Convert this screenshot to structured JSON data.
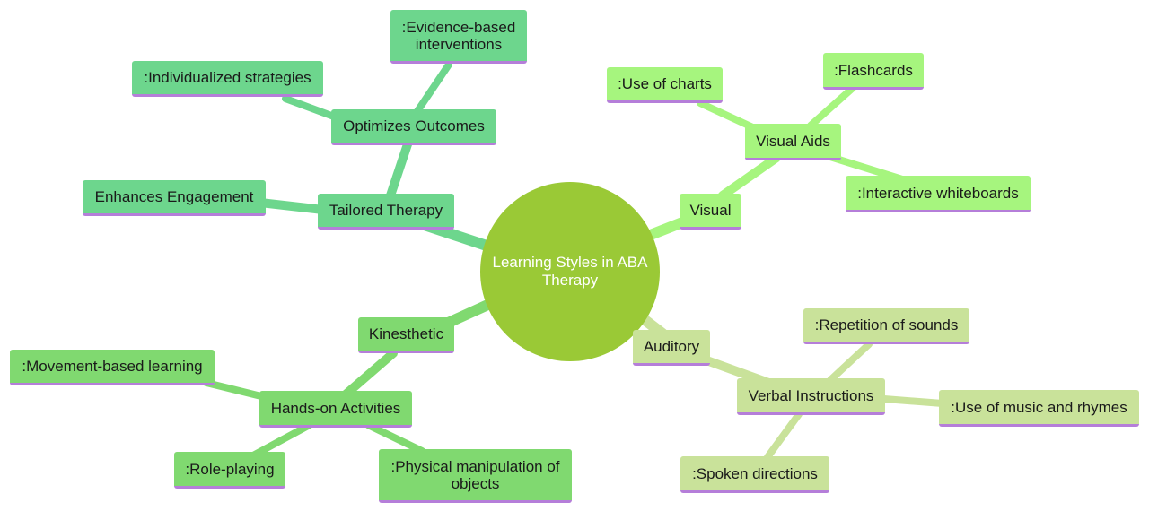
{
  "colors": {
    "root": "#9ac936",
    "tailored_branch": "#6dd68d",
    "kinesthetic_branch": "#80d970",
    "visual_branch": "#a6f57e",
    "auditory_branch": "#c9e29a",
    "underline": "#b57ed9"
  },
  "root": {
    "label": "Learning Styles in ABA Therapy"
  },
  "branches": {
    "tailored": {
      "label": "Tailored Therapy",
      "enhances": "Enhances Engagement",
      "optimizes": "Optimizes Outcomes",
      "individualized": ":Individualized strategies",
      "evidence": ":Evidence-based interventions"
    },
    "visual": {
      "label": "Visual",
      "aids": "Visual Aids",
      "charts": ":Use of charts",
      "flashcards": ":Flashcards",
      "whiteboards": ":Interactive whiteboards"
    },
    "kinesthetic": {
      "label": "Kinesthetic",
      "handson": "Hands-on Activities",
      "movement": ":Movement-based learning",
      "roleplaying": ":Role-playing",
      "physical": ":Physical manipulation of objects"
    },
    "auditory": {
      "label": "Auditory",
      "verbal": "Verbal Instructions",
      "repetition": ":Repetition of sounds",
      "music": ":Use of music and rhymes",
      "spoken": ":Spoken directions"
    }
  }
}
